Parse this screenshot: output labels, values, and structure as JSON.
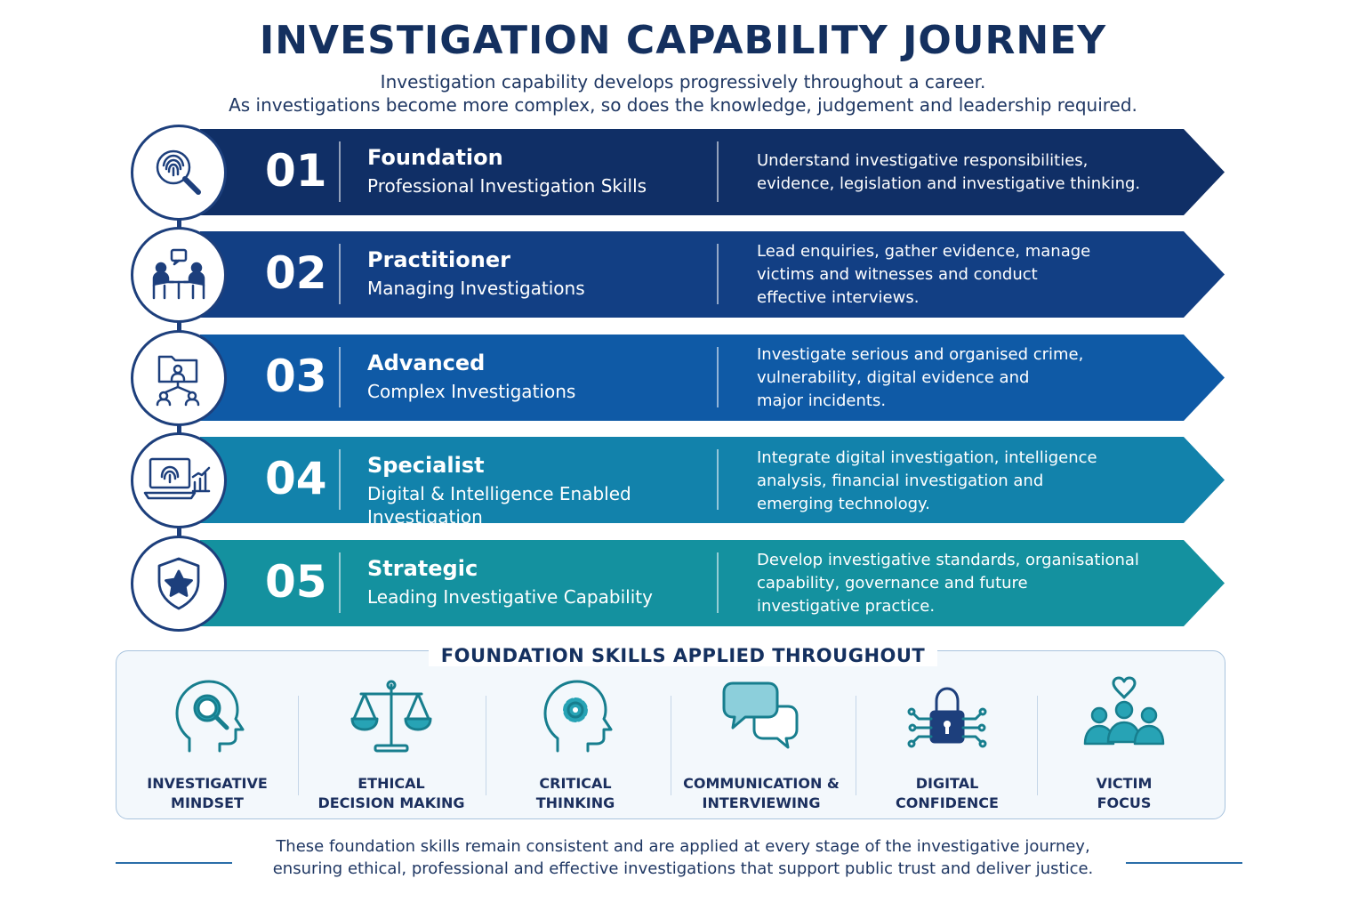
{
  "header": {
    "title": "INVESTIGATION CAPABILITY JOURNEY",
    "subtitle_line1": "Investigation capability develops progressively throughout a career.",
    "subtitle_line2": "As investigations become more complex, so does the knowledge, judgement and leadership required."
  },
  "stages": [
    {
      "number": "01",
      "level": "Foundation",
      "focus_line1": "Professional Investigation Skills",
      "focus_line2": "",
      "desc_line1": "Understand investigative responsibilities,",
      "desc_line2": "evidence, legislation and investigative thinking.",
      "desc_line3": "",
      "icon": "fingerprint-magnifier-icon",
      "color": "#102f66"
    },
    {
      "number": "02",
      "level": "Practitioner",
      "focus_line1": "Managing Investigations",
      "focus_line2": "",
      "desc_line1": "Lead enquiries, gather evidence, manage",
      "desc_line2": "victims and witnesses and conduct",
      "desc_line3": "effective interviews.",
      "icon": "interview-icon",
      "color": "#123f84"
    },
    {
      "number": "03",
      "level": "Advanced",
      "focus_line1": "Complex Investigations",
      "focus_line2": "",
      "desc_line1": "Investigate serious and organised crime,",
      "desc_line2": "vulnerability, digital evidence and",
      "desc_line3": "major incidents.",
      "icon": "network-folder-icon",
      "color": "#0f5aa6"
    },
    {
      "number": "04",
      "level": "Specialist",
      "focus_line1": "Digital & Intelligence Enabled",
      "focus_line2": "Investigation",
      "desc_line1": "Integrate digital investigation, intelligence",
      "desc_line2": "analysis, financial investigation and",
      "desc_line3": "emerging technology.",
      "icon": "laptop-analytics-icon",
      "color": "#1282ab"
    },
    {
      "number": "05",
      "level": "Strategic",
      "focus_line1": "Leading Investigative Capability",
      "focus_line2": "",
      "desc_line1": "Develop investigative standards, organisational",
      "desc_line2": "capability, governance and future",
      "desc_line3": "investigative practice.",
      "icon": "shield-star-icon",
      "color": "#14919f"
    }
  ],
  "skills": {
    "title": "FOUNDATION SKILLS APPLIED THROUGHOUT",
    "items": [
      {
        "line1": "INVESTIGATIVE",
        "line2": "MINDSET",
        "icon": "head-magnifier-icon"
      },
      {
        "line1": "ETHICAL",
        "line2": "DECISION MAKING",
        "icon": "scales-icon"
      },
      {
        "line1": "CRITICAL",
        "line2": "THINKING",
        "icon": "head-gear-icon"
      },
      {
        "line1": "COMMUNICATION &",
        "line2": "INTERVIEWING",
        "icon": "speech-bubbles-icon"
      },
      {
        "line1": "DIGITAL",
        "line2": "CONFIDENCE",
        "icon": "digital-lock-icon"
      },
      {
        "line1": "VICTIM",
        "line2": "FOCUS",
        "icon": "people-heart-icon"
      }
    ]
  },
  "footer": {
    "line1": "These foundation skills remain consistent and are applied at every stage of the investigative journey,",
    "line2": "ensuring ethical, professional and effective investigations that support public trust and deliver justice."
  }
}
